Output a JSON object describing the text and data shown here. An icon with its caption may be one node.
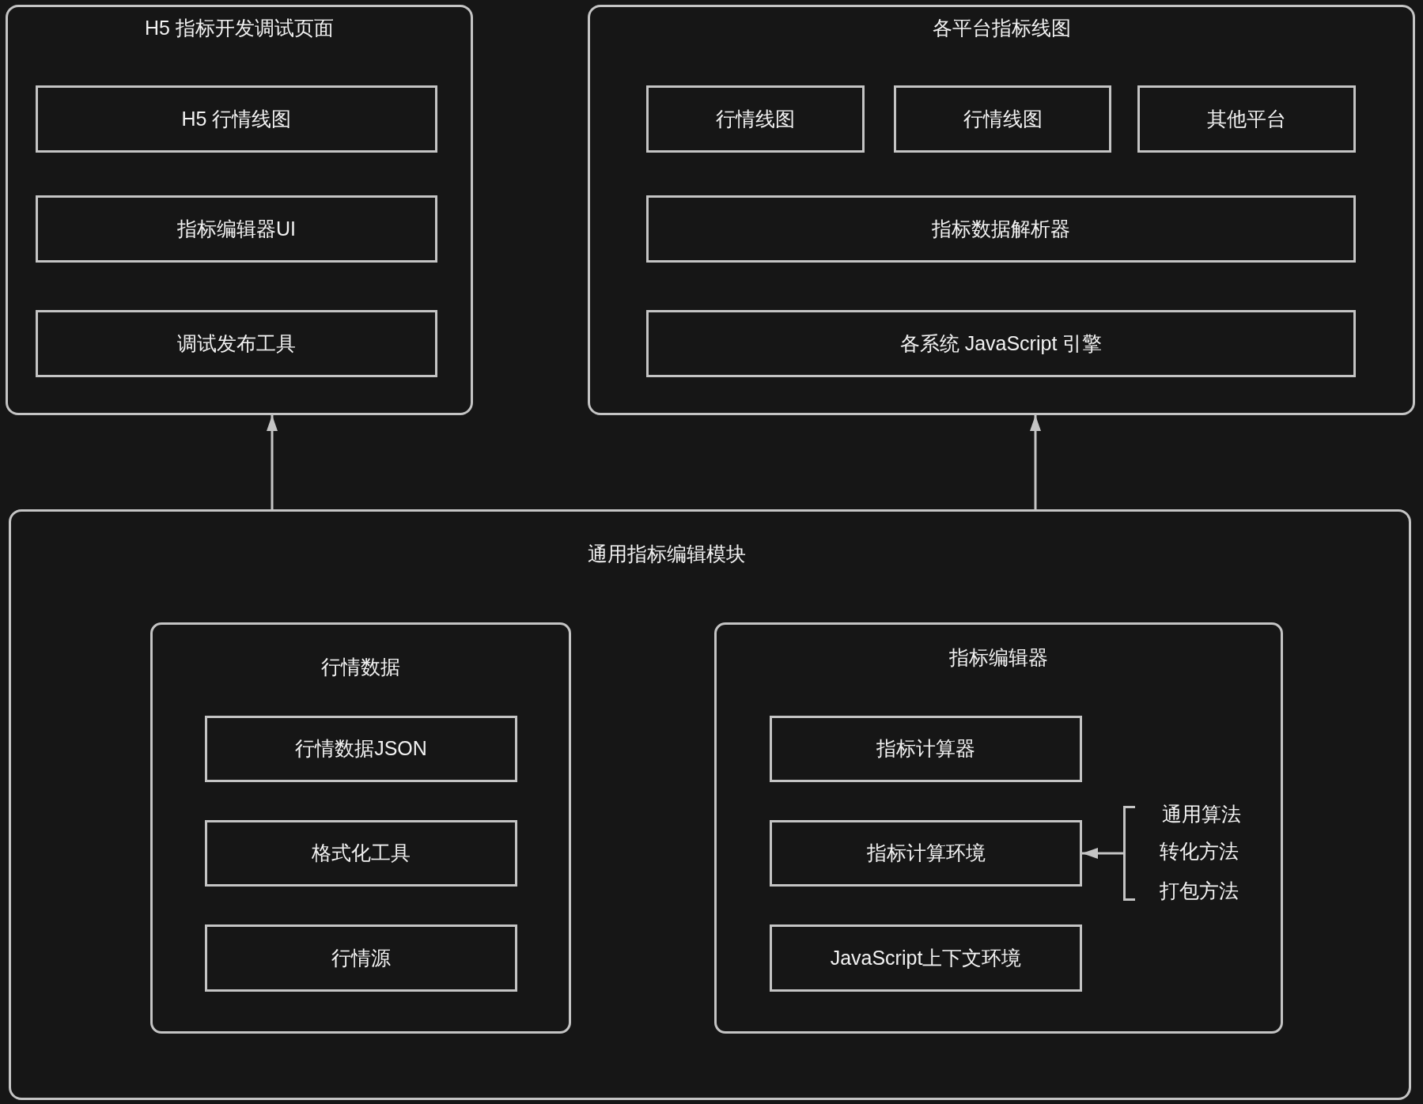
{
  "diagram": {
    "nodes": [
      {
        "text": [
          "H5 指标开发调试页面"
        ]
      },
      {
        "text": [
          "H5 行情线图"
        ],
        "in": 0
      },
      {
        "text": [
          "指标编辑器UI"
        ],
        "in": 0
      },
      {
        "text": [
          "调试发布工具"
        ],
        "in": 0
      },
      {
        "text": [
          "各平台指标线图"
        ]
      },
      {
        "text": [
          "行情线图"
        ],
        "in": 4
      },
      {
        "text": [
          "行情线图"
        ],
        "in": 4
      },
      {
        "text": [
          "其他平台"
        ],
        "in": 4
      },
      {
        "text": [
          "指标数据解析器"
        ],
        "in": 4
      },
      {
        "text": [
          "各系统 JavaScript 引擎"
        ],
        "in": 4
      },
      {
        "text": [
          "通用指标编辑模块"
        ]
      },
      {
        "text": [
          "行情数据"
        ],
        "in": 10
      },
      {
        "text": [
          "行情数据JSON"
        ],
        "in": 11
      },
      {
        "text": [
          "格式化工具"
        ],
        "in": 11
      },
      {
        "text": [
          "行情源"
        ],
        "in": 11
      },
      {
        "text": [
          "指标编辑器"
        ],
        "in": 10
      },
      {
        "text": [
          "指标计算器"
        ],
        "in": 15
      },
      {
        "text": [
          "指标计算环境"
        ],
        "in": 15
      },
      {
        "text": [
          "JavaScript上下文环境"
        ],
        "in": 15
      },
      {
        "text": [
          "通用算法",
          "转化方法",
          "打包方法"
        ],
        "in": 15
      }
    ],
    "edges": [
      {
        "from": 10,
        "to": 0,
        "arrow": "to"
      },
      {
        "from": 10,
        "to": 4,
        "arrow": "to"
      },
      {
        "from": 19,
        "to": 17,
        "arrow": "to"
      }
    ]
  }
}
